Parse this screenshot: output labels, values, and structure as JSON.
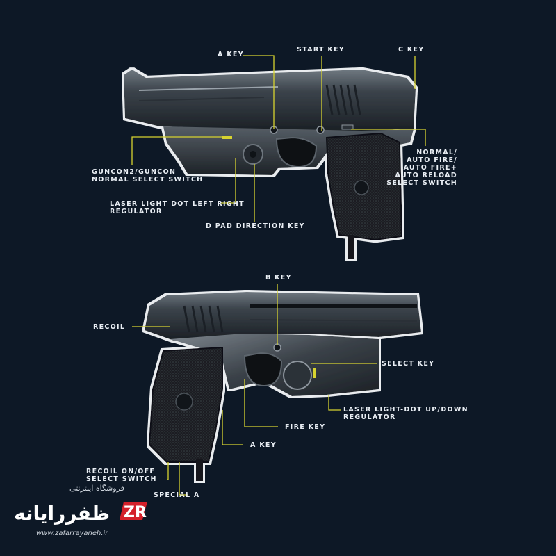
{
  "labels": {
    "a_key_top": "A KEY",
    "start_key": "START KEY",
    "c_key": "C KEY",
    "guncon_switch": [
      "GUNCON2/GUNCON",
      "NORMAL SELECT SWITCH"
    ],
    "fire_mode_switch": [
      "NORMAL/",
      "AUTO FIRE/",
      "AUTO FIRE+",
      "AUTO RELOAD",
      "SELECT SWITCH"
    ],
    "laser_lr": [
      "LASER LIGHT DOT LEFT RIGHT",
      "REGULATOR"
    ],
    "dpad": "D PAD DIRECTION KEY",
    "b_key": "B KEY",
    "recoil": "RECOIL",
    "select_key": "SELECT KEY",
    "laser_ud": [
      "LASER LIGHT-DOT UP/DOWN",
      "REGULATOR"
    ],
    "fire_key": "FIRE KEY",
    "a_key_bottom": "A KEY",
    "recoil_switch": [
      "RECOIL ON/OFF",
      "SELECT SWITCH"
    ],
    "special": "SPECIAL A"
  },
  "logo": {
    "persian_name": "ظفررایانه",
    "subtitle": "فروشگاه اینترنتی",
    "mark": "ZR",
    "url": "www.zafarrayaneh.ir"
  },
  "colors": {
    "background": "#0d1826",
    "leader_line": "#d7d330",
    "label_text": "#e9eef4",
    "logo_red": "#d4202a"
  }
}
